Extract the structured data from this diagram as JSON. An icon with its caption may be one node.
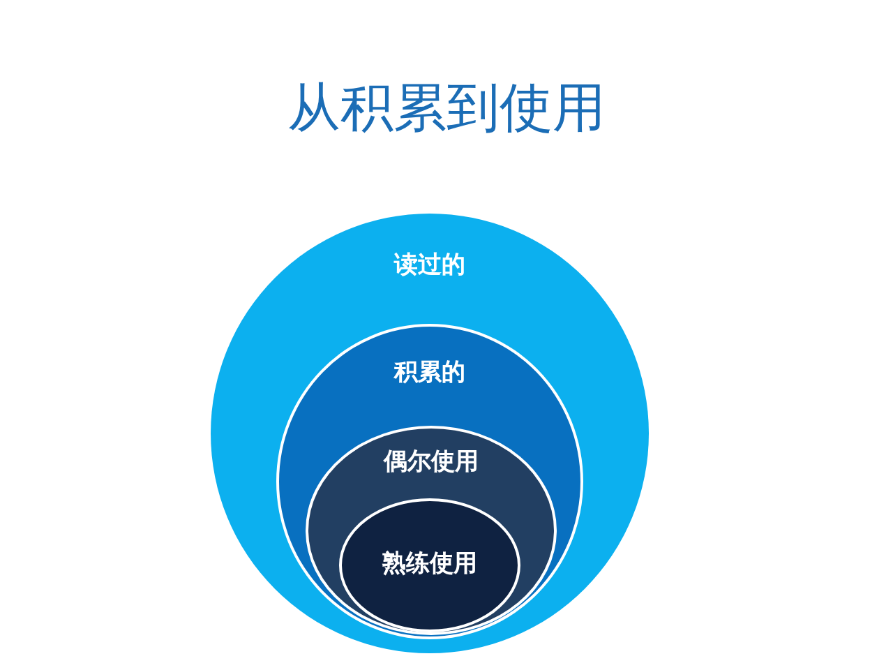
{
  "diagram": {
    "title": "从积累到使用",
    "nodes": [
      {
        "text": [
          "读过的"
        ]
      },
      {
        "text": [
          "积累的"
        ],
        "in": 0
      },
      {
        "text": [
          "偶尔使用"
        ],
        "in": 1
      },
      {
        "text": [
          "熟练使用"
        ],
        "in": 2
      }
    ]
  }
}
